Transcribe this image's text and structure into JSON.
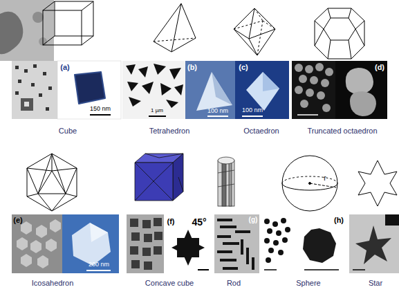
{
  "diagram": {
    "labels": [
      "(a)",
      "150 nm",
      "(b)",
      "1 µm",
      "100 nm",
      "(c)",
      "100 nm",
      "(d)",
      "Cube",
      "Tetrahedron",
      "Octaedron",
      "Truncated octaedron",
      "r",
      "(e)",
      "200 nm",
      "(f)",
      "45°",
      "(g)",
      "(h)",
      "Icosahedron",
      "Concave cube",
      "Rod",
      "Sphere",
      "Star"
    ]
  }
}
